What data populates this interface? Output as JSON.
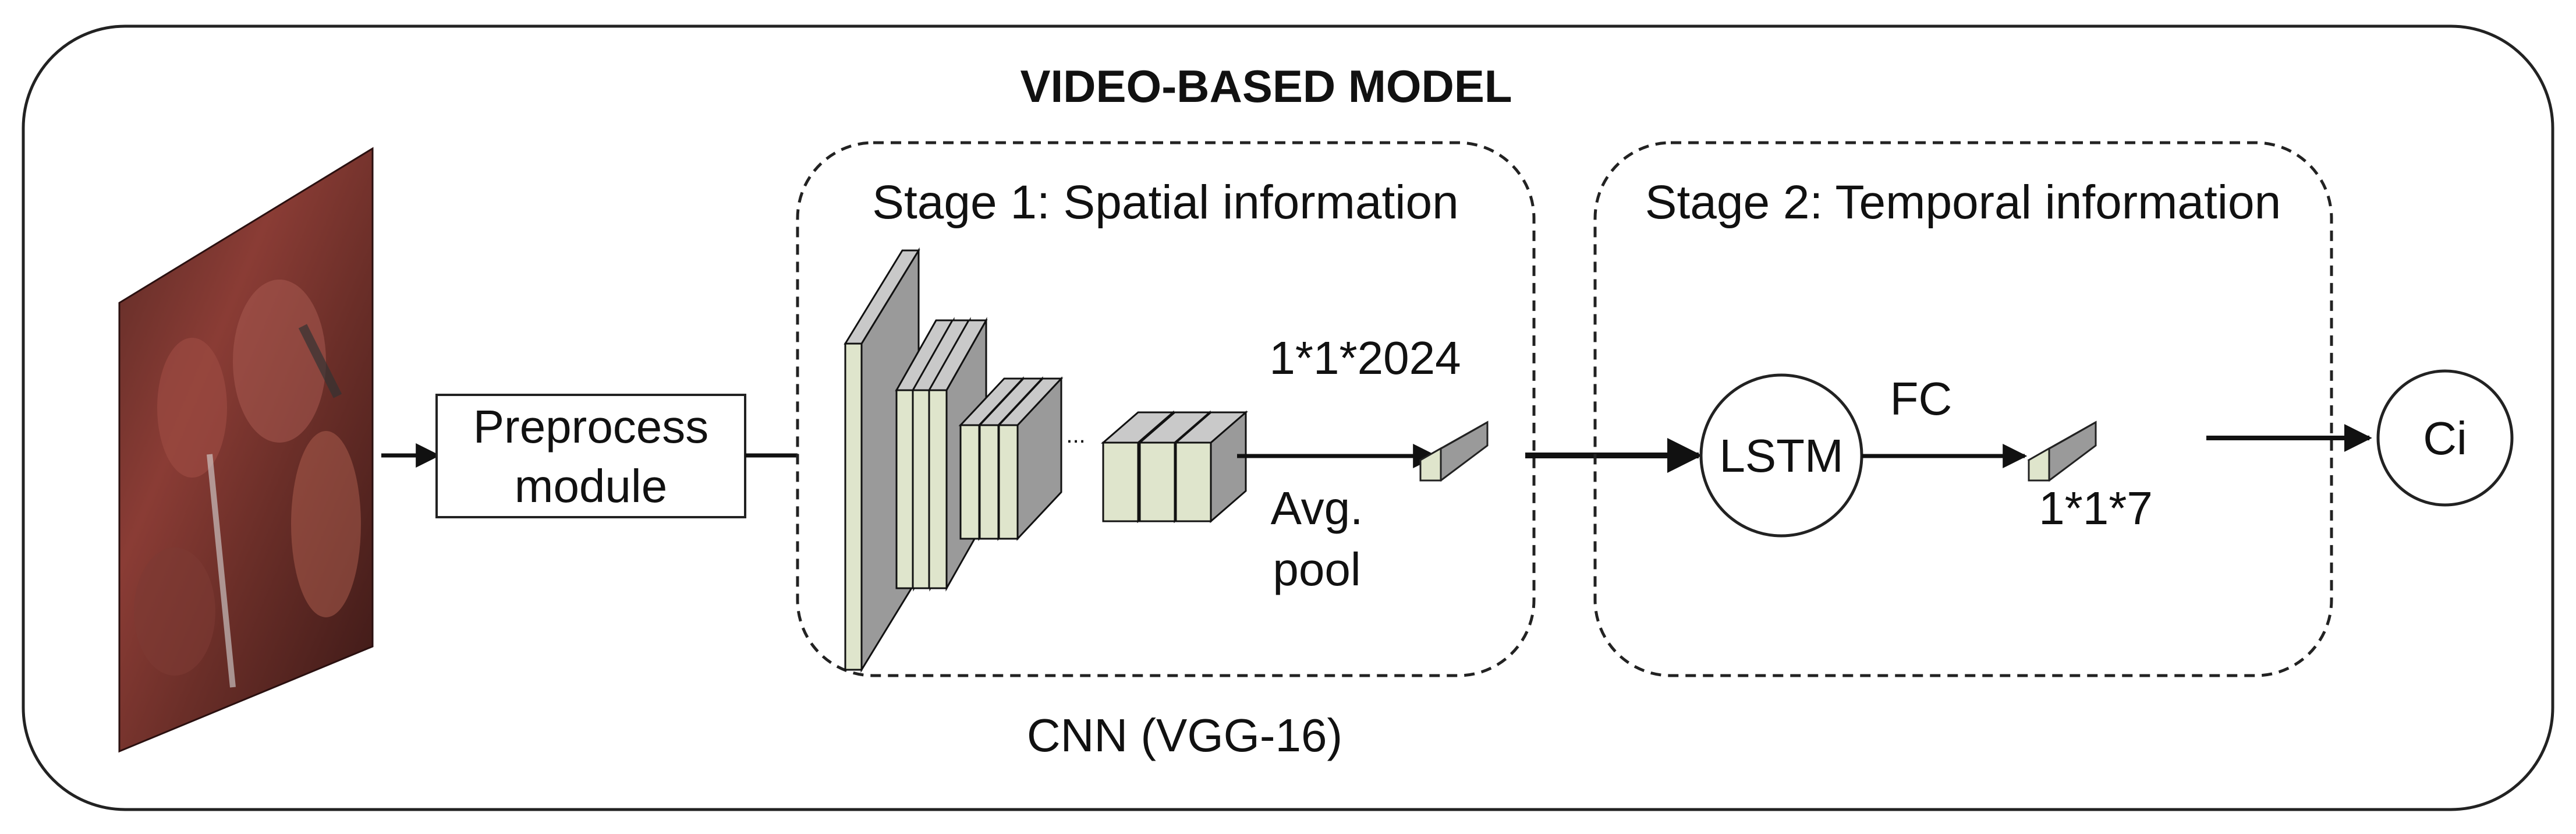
{
  "title": "VIDEO-BASED MODEL",
  "stage1": {
    "label": "Stage 1: Spatial information"
  },
  "stage2": {
    "label": "Stage 2: Temporal information"
  },
  "preprocess": {
    "line1": "Preprocess",
    "line2": "module"
  },
  "cnn": {
    "caption": "CNN (VGG-16)",
    "feature_size": "1*1*2024",
    "pool_line1": "Avg.",
    "pool_line2": "pool",
    "ellipsis": "..."
  },
  "lstm": {
    "label": "LSTM"
  },
  "fc": {
    "label": "FC",
    "output_size": "1*1*7"
  },
  "output": {
    "label": "Ci"
  },
  "colors": {
    "block_front": "#dfe5cc",
    "block_side": "#9a9a9a",
    "block_top": "#c9c9c9",
    "stroke": "#111111"
  }
}
